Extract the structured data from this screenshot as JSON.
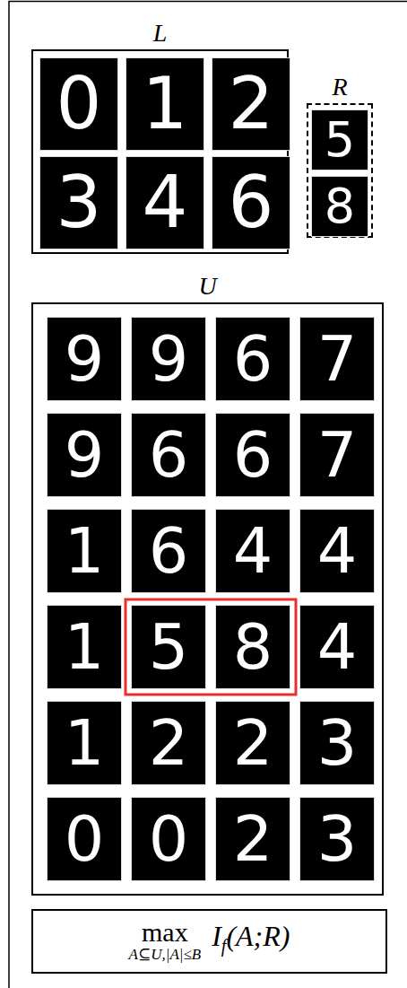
{
  "diagram": {
    "nodes": [
      {
        "text": [
          "L"
        ]
      },
      {
        "text": [
          "0"
        ],
        "in": 0
      },
      {
        "text": [
          "1"
        ],
        "in": 0
      },
      {
        "text": [
          "2"
        ],
        "in": 0
      },
      {
        "text": [
          "3"
        ],
        "in": 0
      },
      {
        "text": [
          "4"
        ],
        "in": 0
      },
      {
        "text": [
          "6"
        ],
        "in": 0
      },
      {
        "text": [
          "R"
        ]
      },
      {
        "text": [
          "5"
        ],
        "in": 7
      },
      {
        "text": [
          "8"
        ],
        "in": 7
      },
      {
        "text": [
          "U"
        ]
      },
      {
        "text": [
          "9"
        ],
        "in": 10
      },
      {
        "text": [
          "9"
        ],
        "in": 10
      },
      {
        "text": [
          "6"
        ],
        "in": 10
      },
      {
        "text": [
          "7"
        ],
        "in": 10
      },
      {
        "text": [
          "9"
        ],
        "in": 10
      },
      {
        "text": [
          "6"
        ],
        "in": 10
      },
      {
        "text": [
          "6"
        ],
        "in": 10
      },
      {
        "text": [
          "7"
        ],
        "in": 10
      },
      {
        "text": [
          "1"
        ],
        "in": 10
      },
      {
        "text": [
          "6"
        ],
        "in": 10
      },
      {
        "text": [
          "4"
        ],
        "in": 10
      },
      {
        "text": [
          "4"
        ],
        "in": 10
      },
      {
        "text": [
          "1"
        ],
        "in": 10
      },
      {
        "text": [
          "5"
        ],
        "in": 10
      },
      {
        "text": [
          "8"
        ],
        "in": 10
      },
      {
        "text": [
          "4"
        ],
        "in": 10
      },
      {
        "text": [
          "1"
        ],
        "in": 10
      },
      {
        "text": [
          "2"
        ],
        "in": 10
      },
      {
        "text": [
          "2"
        ],
        "in": 10
      },
      {
        "text": [
          "3"
        ],
        "in": 10
      },
      {
        "text": [
          "0"
        ],
        "in": 10
      },
      {
        "text": [
          "0"
        ],
        "in": 10
      },
      {
        "text": [
          "2"
        ],
        "in": 10
      },
      {
        "text": [
          "3"
        ],
        "in": 10
      },
      {
        "text": [
          "max",
          "A⊆U,|A|≤B",
          "I",
          "f",
          "(A;R)"
        ]
      }
    ]
  }
}
